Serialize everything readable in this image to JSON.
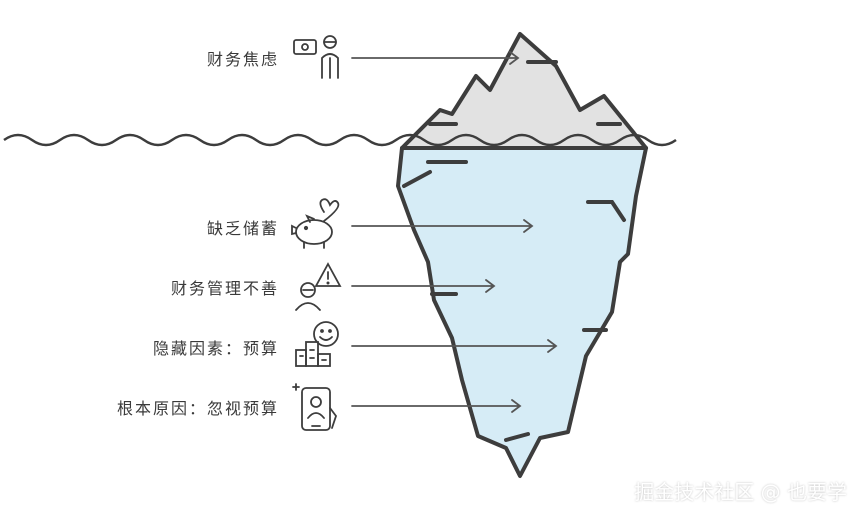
{
  "layers": [
    {
      "label": "财务焦虑",
      "icon": "money-person-icon"
    },
    {
      "label": "缺乏储蓄",
      "icon": "piggy-bank-icon"
    },
    {
      "label": "财务管理不善",
      "icon": "warning-person-icon"
    },
    {
      "label": "隐藏因素：预算",
      "icon": "smiley-city-icon"
    },
    {
      "label": "根本原因：忽视预算",
      "icon": "phone-user-icon"
    }
  ],
  "watermark": "掘金技术社区 @ 也要学",
  "colors": {
    "ice_above": "#e2e2e2",
    "ice_below": "#d6ecf6",
    "outline": "#3d3d3d",
    "arrow": "#555555"
  }
}
